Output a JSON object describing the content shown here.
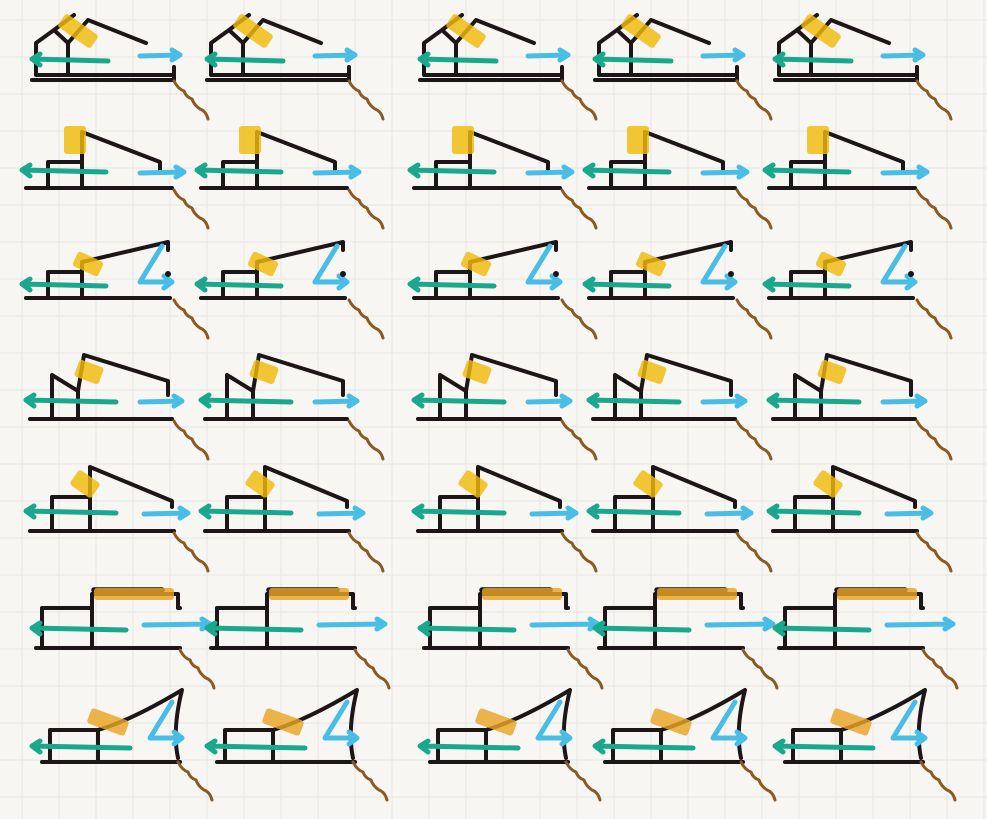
{
  "colors": {
    "paper": "#f7f6f3",
    "grid": "#e9e7e2",
    "ink": "#1d1618",
    "sun_marker": "#f0b90b",
    "sun_marker_orange": "#e8a325",
    "cross_ventilation_arrow": "#19a88c",
    "exhaust_air_arrow": "#48bde6",
    "ground_slope": "#8a5a22"
  },
  "icons": {
    "airflow_in": "arrow-left-icon",
    "airflow_out": "arrow-right-icon",
    "sun": "sun-marker-icon",
    "terrain": "slope-line-icon"
  },
  "layout_grid": {
    "rows": 7,
    "columns": 5,
    "column_groups": [
      2,
      3
    ]
  },
  "rows": [
    {
      "roof": "gable-and-monopitch"
    },
    {
      "roof": "high-monopitch"
    },
    {
      "roof": "low-monopitch-with-v-scoop"
    },
    {
      "roof": "monopitch-with-sloped-rear-wall"
    },
    {
      "roof": "long-monopitch"
    },
    {
      "roof": "flat-roof-with-clerestory"
    },
    {
      "roof": "curved-roof-with-v-scoop"
    }
  ]
}
